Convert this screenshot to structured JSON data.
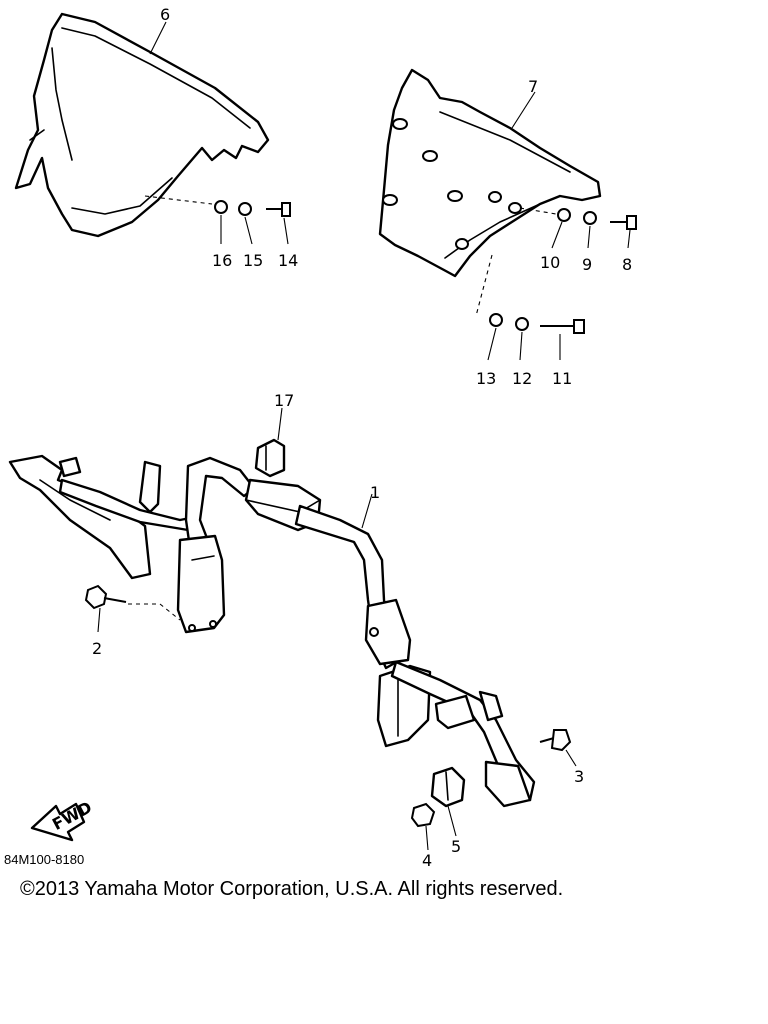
{
  "callouts": [
    "1",
    "2",
    "3",
    "4",
    "5",
    "6",
    "7",
    "8",
    "9",
    "10",
    "11",
    "12",
    "13",
    "14",
    "15",
    "16",
    "17"
  ],
  "arrow_label": "FWD",
  "reference_code": "84M100-8180",
  "copyright": "©2013 Yamaha Motor Corporation, U.S.A. All rights reserved."
}
